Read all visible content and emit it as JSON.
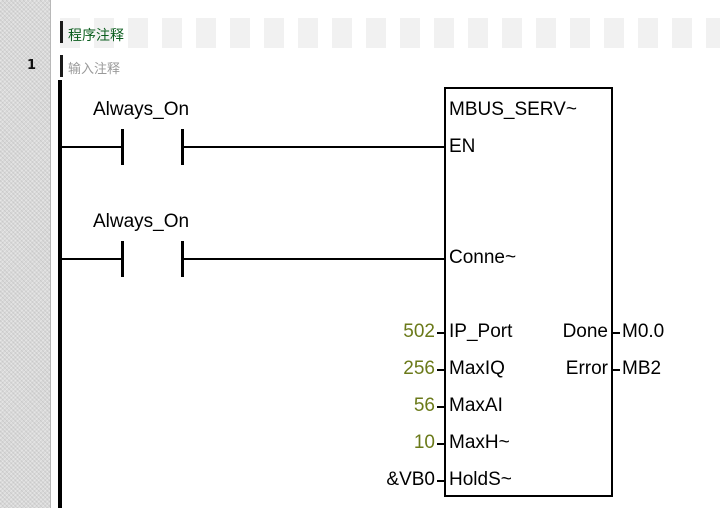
{
  "header": {
    "program_comment": "程序注释"
  },
  "network": {
    "number": "1",
    "comment": "输入注释",
    "contacts": [
      {
        "label": "Always_On"
      },
      {
        "label": "Always_On"
      }
    ],
    "block": {
      "title": "MBUS_SERV~",
      "en_label": "EN",
      "connect_label": "Conne~",
      "inputs": [
        {
          "pin": "IP_Port",
          "value": "502"
        },
        {
          "pin": "MaxIQ",
          "value": "256"
        },
        {
          "pin": "MaxAI",
          "value": "56"
        },
        {
          "pin": "MaxH~",
          "value": "10"
        },
        {
          "pin": "HoldS~",
          "value": "&VB0"
        }
      ],
      "outputs": [
        {
          "pin": "Done",
          "value": "M0.0"
        },
        {
          "pin": "Error",
          "value": "MB2"
        }
      ]
    }
  },
  "colors": {
    "constant_value": "#6b7a1a",
    "address_value": "#000000",
    "comment": "#0b5d1e"
  }
}
